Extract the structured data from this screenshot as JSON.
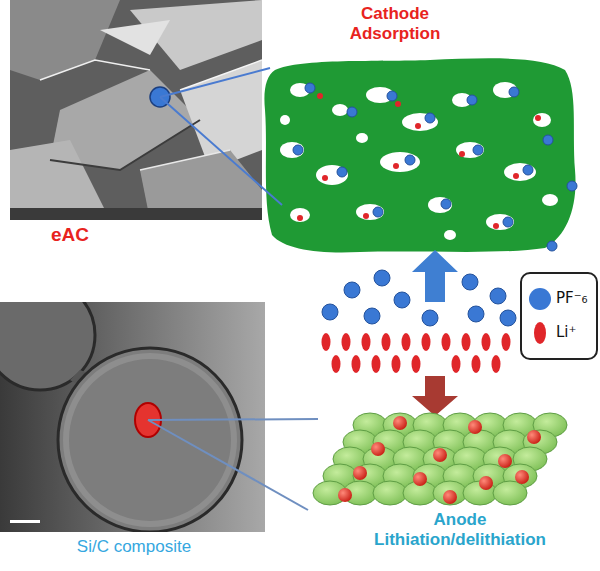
{
  "diagram": {
    "nodes": [
      {
        "text": [
          "eAC"
        ]
      },
      {
        "text": [
          "Cathode Adsorption"
        ]
      },
      {
        "text": [
          "Si/C composite"
        ]
      },
      {
        "text": [
          "Anode Lithiation/delithiation"
        ]
      }
    ],
    "edges": [
      {
        "from": 0,
        "to": 1,
        "arrow": "none"
      },
      {
        "from": 2,
        "to": 3,
        "arrow": "none"
      }
    ],
    "legend": [
      {
        "text": "PF⁻₆",
        "color": "#3a78d4"
      },
      {
        "text": "Li⁺",
        "color": "#e0262a"
      }
    ]
  }
}
